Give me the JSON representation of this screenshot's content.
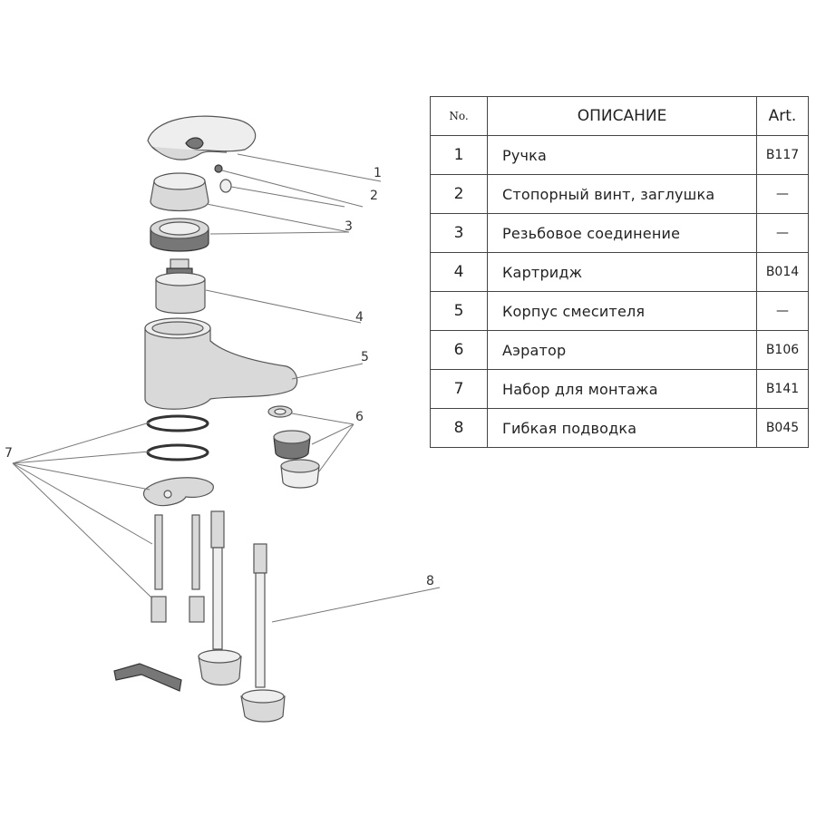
{
  "table": {
    "headers": {
      "no": "No.",
      "description": "ОПИСАНИЕ",
      "art": "Art."
    },
    "rows": [
      {
        "no": "1",
        "description": "Ручка",
        "art": "B117"
      },
      {
        "no": "2",
        "description": "Стопорный винт, заглушка",
        "art": "—"
      },
      {
        "no": "3",
        "description": "Резьбовое соединение",
        "art": "—"
      },
      {
        "no": "4",
        "description": "Картридж",
        "art": "B014"
      },
      {
        "no": "5",
        "description": "Корпус смесителя",
        "art": "—"
      },
      {
        "no": "6",
        "description": "Аэратор",
        "art": "B106"
      },
      {
        "no": "7",
        "description": "Набор для монтажа",
        "art": "B141"
      },
      {
        "no": "8",
        "description": "Гибкая подводка",
        "art": "B045"
      }
    ]
  },
  "callouts": [
    "1",
    "2",
    "3",
    "4",
    "5",
    "6",
    "7",
    "8"
  ]
}
